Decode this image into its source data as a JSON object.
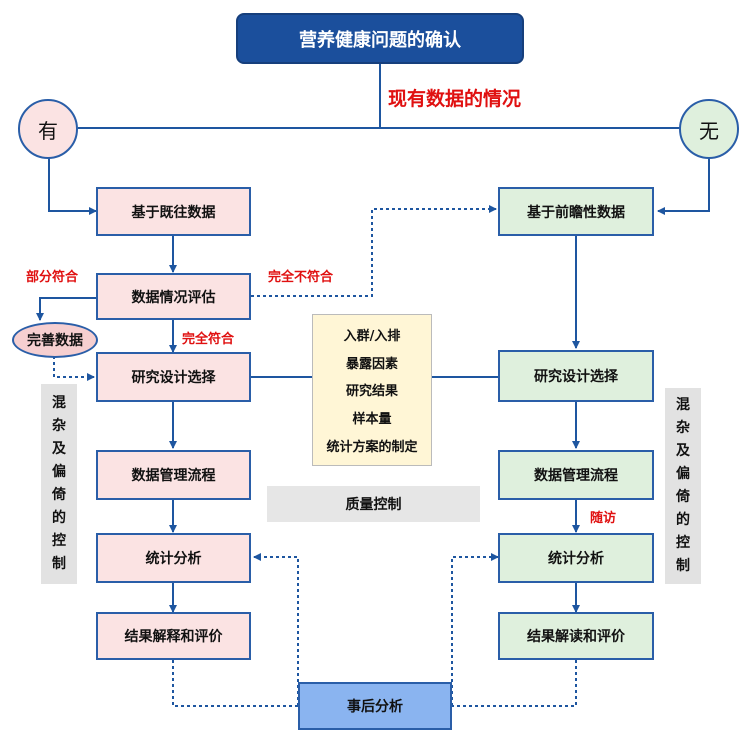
{
  "title": "营养健康问题的确认",
  "existing_data_label": "现有数据的情况",
  "yes_label": "有",
  "no_label": "无",
  "left": {
    "historical_data": "基于既往数据",
    "data_assessment": "数据情况评估",
    "improve_data": "完善数据",
    "study_design": "研究设计选择",
    "data_management": "数据管理流程",
    "statistical_analysis": "统计分析",
    "results_interpretation": "结果解释和评价"
  },
  "right": {
    "prospective_data": "基于前瞻性数据",
    "study_design": "研究设计选择",
    "data_management": "数据管理流程",
    "statistical_analysis": "统计分析",
    "results_interpretation": "结果解读和评价"
  },
  "labels": {
    "partial_match": "部分符合",
    "full_match": "完全符合",
    "no_match": "完全不符合",
    "follow_up": "随访"
  },
  "center_items": [
    "入群/入排",
    "暴露因素",
    "研究结果",
    "样本量",
    "统计方案的制定"
  ],
  "quality_control": "质量控制",
  "post_hoc": "事后分析",
  "confounding_chars": [
    "混",
    "杂",
    "及",
    "偏",
    "倚",
    "的",
    "控",
    "制"
  ],
  "colors": {
    "line": "#1e56a0",
    "title_bg": "#1b4f9c",
    "pink_fill": "#fbe3e3",
    "green_fill": "#dff0dd",
    "red_text": "#e01010"
  }
}
